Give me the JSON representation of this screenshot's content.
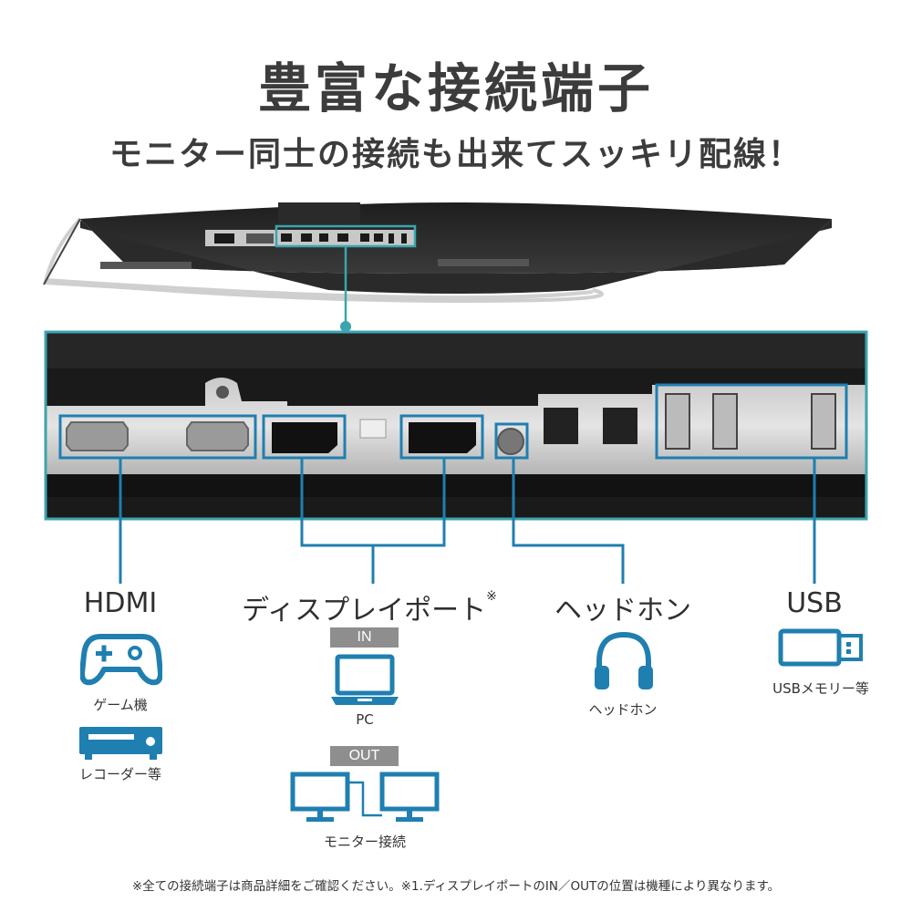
{
  "header": {
    "title": "豊富な接続端子",
    "subtitle": "モニター同士の接続も出来てスッキリ配線！"
  },
  "colors": {
    "accent": "#1f7fb0",
    "highlight": "#3aa5b0",
    "icon": "#1f7fb0",
    "tag_bg": "#8e8e8e"
  },
  "ports": {
    "hdmi": {
      "label": "HDMI",
      "devices": [
        {
          "icon": "gamepad-icon",
          "caption": "ゲーム機"
        },
        {
          "icon": "recorder-icon",
          "caption": "レコーダー等"
        }
      ]
    },
    "displayport": {
      "label": "ディスプレイポート",
      "mark": "※",
      "in_tag": "IN",
      "in_caption": "PC",
      "in_icon": "laptop-icon",
      "out_tag": "OUT",
      "out_caption": "モニター接続",
      "out_icon": "dual-monitor-icon"
    },
    "headphone": {
      "label": "ヘッドホン",
      "caption": "ヘッドホン",
      "icon": "headphones-icon"
    },
    "usb": {
      "label": "USB",
      "caption": "USBメモリー等",
      "icon": "usb-stick-icon"
    }
  },
  "footnote": "※全ての接続端子は商品詳細をご確認ください。※1.ディスプレイポートのIN／OUTの位置は機種により異なります。"
}
